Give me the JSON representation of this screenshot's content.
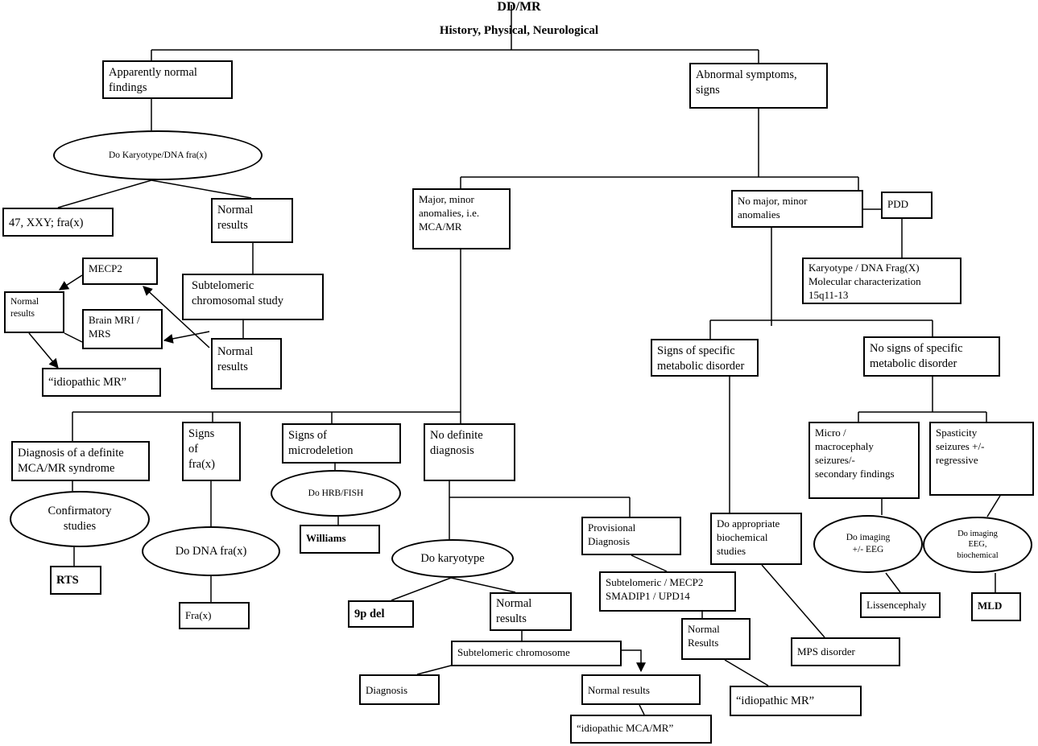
{
  "diagram": {
    "title": "DD/MR",
    "subtitle": "History, Physical, Neurological",
    "nodes": {
      "apparently_normal": "Apparently normal\nfindings",
      "abnormal_symptoms": "Abnormal symptoms,\nsigns",
      "do_karyotype_dna": "Do Karyotype/DNA fra(x)",
      "xxy": "47, XXY; fra(x)",
      "normal_results_1": "Normal\nresults",
      "mecp2": "MECP2",
      "normal_results_left": "Normal\nresults",
      "brain_mri": "Brain MRI /\nMRS",
      "subtelomeric_study": "Subtelomeric\nchromosomal study",
      "normal_results_2": "Normal\nresults",
      "idiopathic_mr_1": "“idiopathic MR”",
      "major_minor": "Major, minor\nanomalies, i.e.\nMCA/MR",
      "no_major_minor": "No major, minor\nanomalies",
      "pdd": "PDD",
      "karyotype_frag": "Karyotype / DNA Frag(X)\nMolecular characterization\n15q11-13",
      "signs_metabolic": "Signs of specific\nmetabolic disorder",
      "no_signs_metabolic": "No signs of specific\nmetabolic disorder",
      "diagnosis_definite": "Diagnosis of a definite\nMCA/MR syndrome",
      "signs_fra": "Signs\nof\nfra(x)",
      "signs_microdeletion": "Signs of\nmicrodeletion",
      "no_definite": "No definite\ndiagnosis",
      "micro_macro": "Micro /\nmacrocephaly\nseizures/-\nsecondary findings",
      "spasticity": "Spasticity\nseizures +/-\nregressive",
      "confirmatory": "Confirmatory\nstudies",
      "do_hrb_fish": "Do HRB/FISH",
      "williams": "Williams",
      "provisional": "Provisional\nDiagnosis",
      "do_biochemical": "Do appropriate\nbiochemical\nstudies",
      "do_imaging_eeg": "Do imaging\n+/- EEG",
      "do_imaging_eeg_bio": "Do imaging\nEEG,\nbiochemical",
      "do_dna_fra": "Do DNA fra(x)",
      "do_karyotype": "Do karyotype",
      "rts": "RTS",
      "subtelomeric_mecp2": "Subtelomeric / MECP2\nSMADIP1 / UPD14",
      "lissencephaly": "Lissencephaly",
      "mld": "MLD",
      "fra_x": "Fra(x)",
      "del_9p": "9p del",
      "normal_results_3": "Normal\nresults",
      "normal_results_4": "Normal\nResults",
      "mps": "MPS disorder",
      "subtelomeric_chromosome": "Subtelomeric chromosome",
      "diagnosis": "Diagnosis",
      "normal_results_5": "Normal results",
      "idiopathic_mr_2": "“idiopathic MR”",
      "idiopathic_mca_mr": "“idiopathic MCA/MR”"
    }
  }
}
